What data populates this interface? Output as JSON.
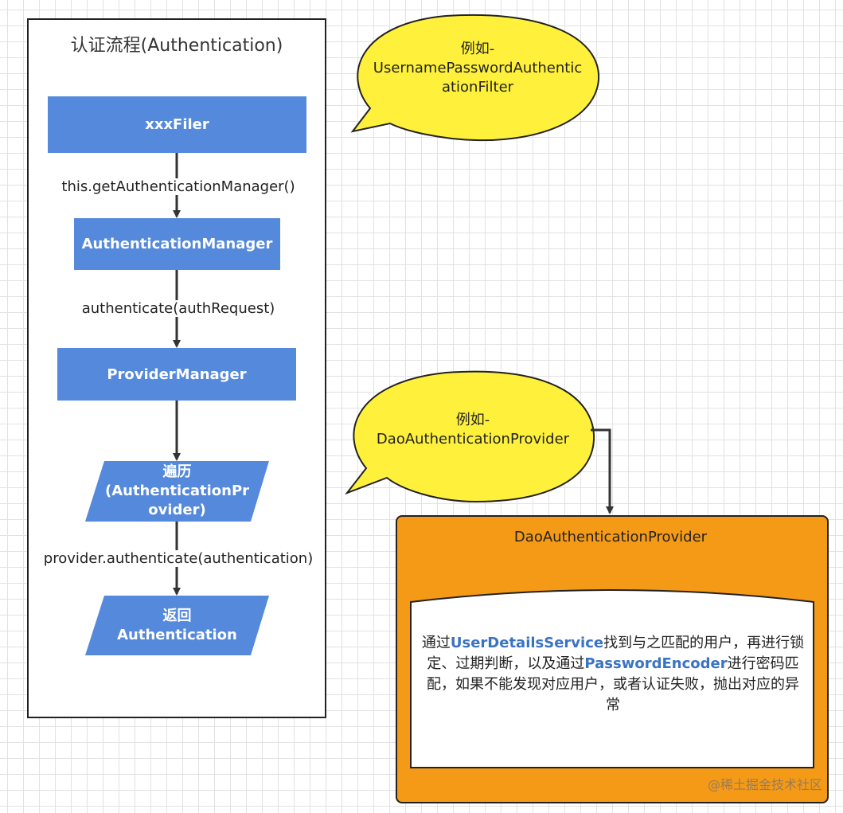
{
  "frame": {
    "title": "认证流程(Authentication)"
  },
  "nodes": {
    "filter": "xxxFiler",
    "manager": "AuthenticationManager",
    "provider_manager": "ProviderManager",
    "iterate_l1": "遍历",
    "iterate_l2": "(AuthenticationPr",
    "iterate_l3": "ovider)",
    "return_l1": "返回",
    "return_l2": "Authentication"
  },
  "edges": {
    "e1": "this.getAuthenticationManager()",
    "e2": "authenticate(authRequest)",
    "e4": "provider.authenticate(authentication)"
  },
  "callouts": {
    "c1_l1": "例如-",
    "c1_l2": "UsernamePasswordAuthentic",
    "c1_l3": "ationFilter",
    "c2_l1": "例如-",
    "c2_l2": "DaoAuthenticationProvider"
  },
  "dao": {
    "title": "DaoAuthenticationProvider",
    "t1": "通过",
    "h1": "UserDetailsService",
    "t2": "找到与之匹配的用户，再进行锁定、过期判断，以及通过",
    "h2": "PasswordEncoder",
    "t3": "进行密码匹配，如果不能发现对应用户，或者认证失败，抛出对应的异常"
  },
  "watermark": "@稀土掘金技术社区",
  "colors": {
    "process": "#5589db",
    "callout": "#fff13b",
    "container": "#f59a17",
    "highlight": "#3a73c3"
  }
}
